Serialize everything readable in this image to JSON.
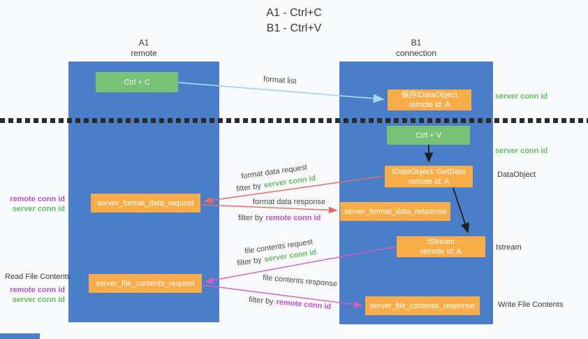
{
  "title": {
    "line1": "A1 - Ctrl+C",
    "line2": "B1 - Ctrl+V"
  },
  "columns": {
    "a1": {
      "name": "A1",
      "subtitle": "remote"
    },
    "b1": {
      "name": "B1",
      "subtitle": "connection"
    }
  },
  "nodes": {
    "ctrl_c": {
      "label": "Ctrl + C"
    },
    "save_dataobject": {
      "line1": "保存IDataObject",
      "line2": "remote id: A"
    },
    "ctrl_v": {
      "label": "Ctrl + V"
    },
    "getdata": {
      "line1": "IDataObject::GetData",
      "line2": "remote id: A"
    },
    "format_request": {
      "label": "server_format_data_request"
    },
    "format_response": {
      "label": "server_format_data_response"
    },
    "istream": {
      "line1": "IStream",
      "line2": "remote id: A"
    },
    "file_request": {
      "label": "server_file_contents_request"
    },
    "file_response": {
      "label": "server_file_contents_response"
    }
  },
  "arrow_labels": {
    "format_list": "format list",
    "format_data_request": "format data request",
    "format_data_response": "format data response",
    "file_contents_request": "file contents request",
    "file_contents_response": "file contents response",
    "filter_by": "filter by",
    "server_conn_id": "server conn id",
    "remote_conn_id": "remote conn id"
  },
  "side_labels": {
    "server_conn_id": "server conn id",
    "remote_conn_id": "remote conn id",
    "dataobject": "DataObject",
    "istream": "Istream",
    "write_file_contents": "Write File Contents",
    "read_file_contents": "Read File Contents"
  },
  "colors": {
    "column_blue": "#4a7ec9",
    "box_green": "#76c276",
    "box_orange": "#f9ad49",
    "arrow_red": "#ed6a5c",
    "arrow_magenta": "#d55fc4",
    "arrow_blue": "#a9d3ee",
    "arrow_black": "#1f1f1f",
    "text_green": "#64bd63",
    "text_purple": "#b455c8",
    "text_magenta": "#c44fd6"
  }
}
